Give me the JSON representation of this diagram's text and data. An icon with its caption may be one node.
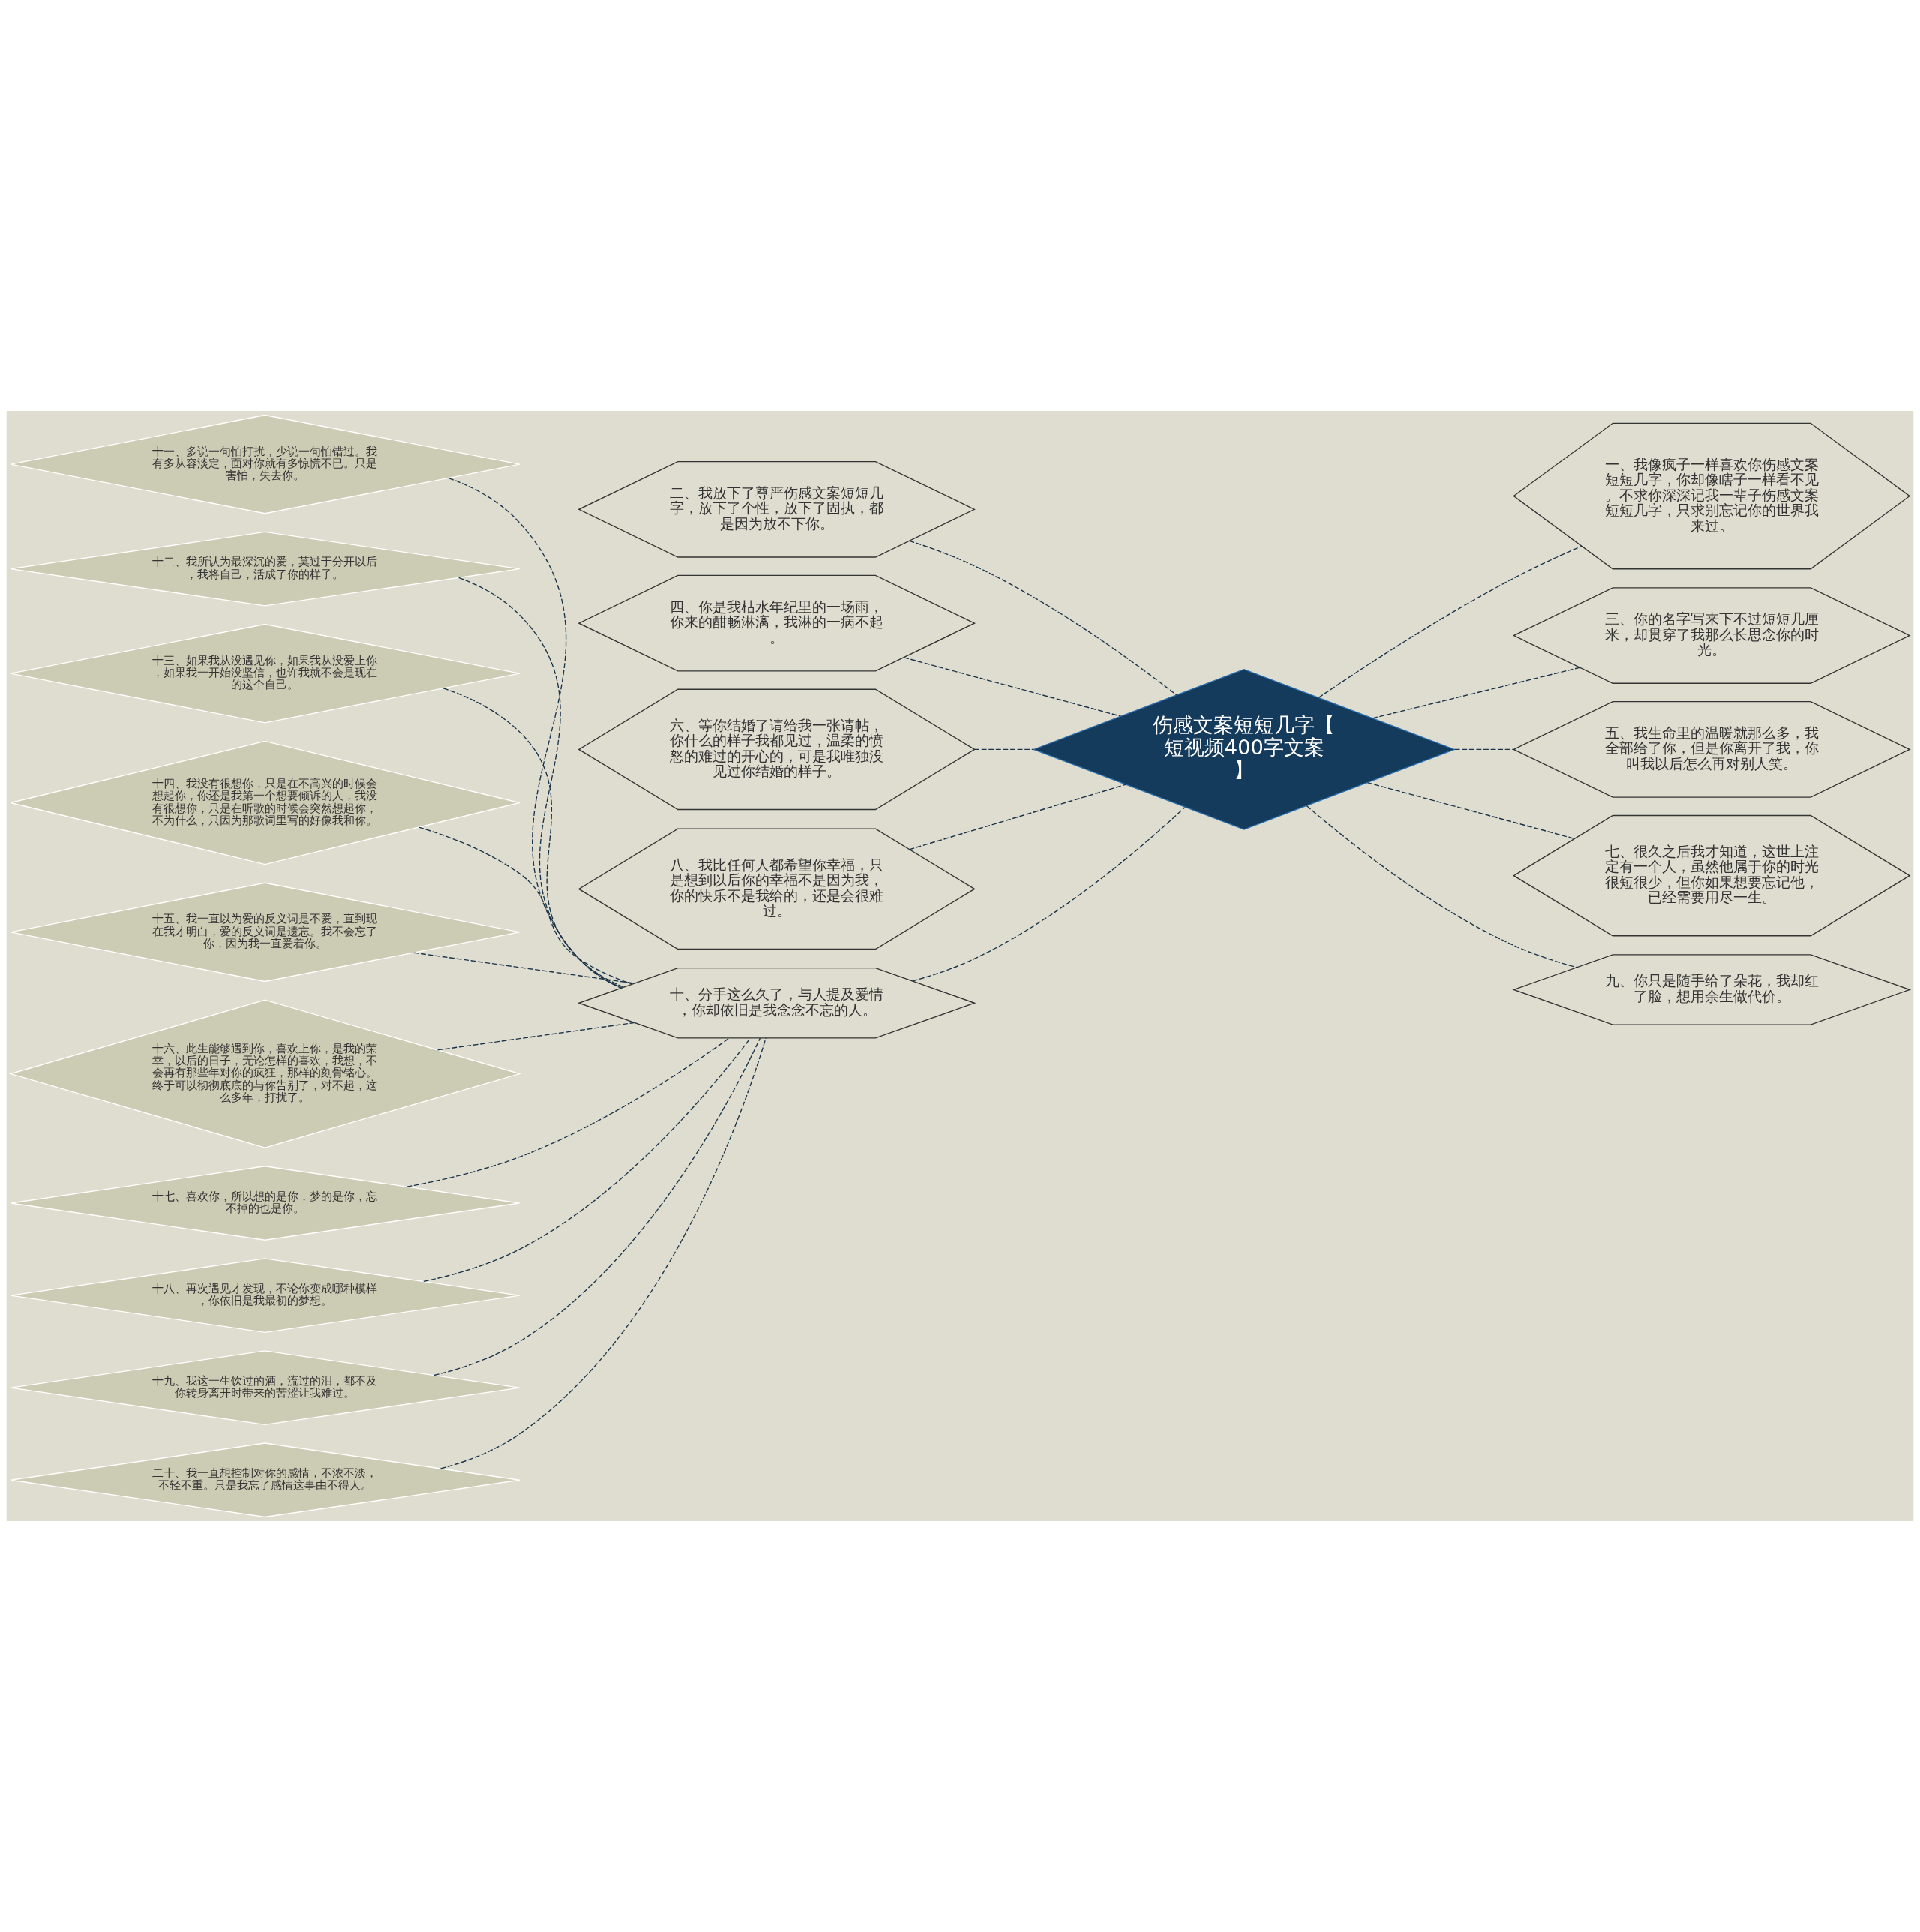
{
  "diagram": {
    "nodes": [
      {
        "text": [
          "伤感文案短短几字【短视频400字文案】"
        ]
      },
      {
        "text": [
          "一、我像疯子一样喜欢你伤感文案短短几字，你却像瞎子一样看不见。不求你深深记我一辈子伤感文案短短几字，只求别忘记你的世界我来过。"
        ]
      },
      {
        "text": [
          "三、你的名字写来下不过短短几厘米，却贯穿了我那么长思念你的时光。"
        ]
      },
      {
        "text": [
          "五、我生命里的温暖就那么多，我全部给了你，但是你离开了我，你叫我以后怎么再对别人笑。"
        ]
      },
      {
        "text": [
          "七、很久之后我才知道，这世上注定有一个人，虽然他属于你的时光很短很少，但你如果想要忘记他，已经需要用尽一生。"
        ]
      },
      {
        "text": [
          "九、你只是随手给了朵花，我却红了脸，想用余生做代价。"
        ]
      },
      {
        "text": [
          "二、我放下了尊严伤感文案短短几字，放下了个性，放下了固执，都是因为放不下你。"
        ]
      },
      {
        "text": [
          "四、你是我枯水年纪里的一场雨，你来的酣畅淋漓，我淋的一病不起。"
        ]
      },
      {
        "text": [
          "六、等你结婚了请给我一张请帖，你什么的样子我都见过，温柔的愤怒的难过的开心的，可是我唯独没见过你结婚的样子。"
        ]
      },
      {
        "text": [
          "八、我比任何人都希望你幸福，只是想到以后你的幸福不是因为我，你的快乐不是我给的，还是会很难过。"
        ]
      },
      {
        "text": [
          "十、分手这么久了，与人提及爱情，你却依旧是我念念不忘的人。"
        ]
      },
      {
        "text": [
          "十一、多说一句怕打扰，少说一句怕错过。我有多从容淡定，面对你就有多惊慌不已。只是害怕，失去你。"
        ]
      },
      {
        "text": [
          "十二、我所认为最深沉的爱，莫过于分开以后，我将自己，活成了你的样子。"
        ]
      },
      {
        "text": [
          "十三、如果我从没遇见你，如果我从没爱上你，如果我一开始没坚信，也许我就不会是现在的这个自己。"
        ]
      },
      {
        "text": [
          "十四、我没有很想你，只是在不高兴的时候会想起你，你还是我第一个想要倾诉的人，我没有很想你，只是在听歌的时候会突然想起你，不为什么，只因为那歌词里写的好像我和你。"
        ]
      },
      {
        "text": [
          "十五、我一直以为爱的反义词是不爱，直到现在我才明白，爱的反义词是遗忘。我不会忘了你，因为我一直爱着你。"
        ]
      },
      {
        "text": [
          "十六、此生能够遇到你，喜欢上你，是我的荣幸，以后的日子，无论怎样的喜欢，我想，不会再有那些年对你的疯狂，那样的刻骨铭心。终于可以彻彻底底的与你告别了，对不起，这么多年，打扰了。"
        ]
      },
      {
        "text": [
          "十七、喜欢你，所以想的是你，梦的是你，忘不掉的也是你。"
        ]
      },
      {
        "text": [
          "十八、再次遇见才发现，不论你变成哪种模样，你依旧是我最初的梦想。"
        ]
      },
      {
        "text": [
          "十九、我这一生饮过的酒，流过的泪，都不及你转身离开时带来的苦涩让我难过。"
        ]
      },
      {
        "text": [
          "二十、我一直想控制对你的感情，不浓不淡，不轻不重。只是我忘了感情这事由不得人。"
        ]
      }
    ],
    "edges": [
      {
        "from": 0,
        "to": 1,
        "arrow": "none",
        "style": "dashed"
      },
      {
        "from": 0,
        "to": 2,
        "arrow": "none",
        "style": "dashed"
      },
      {
        "from": 0,
        "to": 3,
        "arrow": "none",
        "style": "dashed"
      },
      {
        "from": 0,
        "to": 4,
        "arrow": "none",
        "style": "dashed"
      },
      {
        "from": 0,
        "to": 5,
        "arrow": "none",
        "style": "dashed"
      },
      {
        "from": 0,
        "to": 6,
        "arrow": "none",
        "style": "dashed"
      },
      {
        "from": 0,
        "to": 7,
        "arrow": "none",
        "style": "dashed"
      },
      {
        "from": 0,
        "to": 8,
        "arrow": "none",
        "style": "dashed"
      },
      {
        "from": 0,
        "to": 9,
        "arrow": "none",
        "style": "dashed"
      },
      {
        "from": 0,
        "to": 10,
        "arrow": "none",
        "style": "dashed"
      },
      {
        "from": 10,
        "to": 11,
        "arrow": "none",
        "style": "dashed"
      },
      {
        "from": 10,
        "to": 12,
        "arrow": "none",
        "style": "dashed"
      },
      {
        "from": 10,
        "to": 13,
        "arrow": "none",
        "style": "dashed"
      },
      {
        "from": 10,
        "to": 14,
        "arrow": "none",
        "style": "dashed"
      },
      {
        "from": 10,
        "to": 15,
        "arrow": "none",
        "style": "dashed"
      },
      {
        "from": 10,
        "to": 16,
        "arrow": "none",
        "style": "dashed"
      },
      {
        "from": 10,
        "to": 17,
        "arrow": "none",
        "style": "dashed"
      },
      {
        "from": 10,
        "to": 18,
        "arrow": "none",
        "style": "dashed"
      },
      {
        "from": 10,
        "to": 19,
        "arrow": "none",
        "style": "dashed"
      },
      {
        "from": 10,
        "to": 20,
        "arrow": "none",
        "style": "dashed"
      }
    ]
  }
}
